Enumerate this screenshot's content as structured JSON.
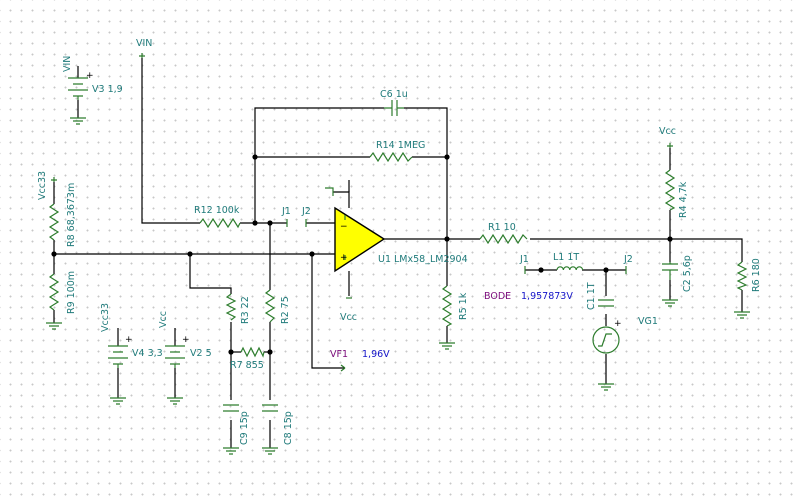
{
  "colors": {
    "wire": "#000000",
    "component": "#2e7d2e",
    "label": "#1f7a7a",
    "value": "#1414c8",
    "probe": "#7a0a7a",
    "opamp_fill": "#ffff00"
  },
  "labels": {
    "vin_top": "VIN",
    "vin_src": "VIN",
    "v3": "V3 1,9",
    "c6": "C6 1u",
    "r14": "R14 1MEG",
    "r12": "R12 100k",
    "j1a": "J1",
    "j2a": "J2",
    "u1": "U1 LMx58_LM2904",
    "vcc_u1": "Vcc",
    "r1": "R1 10",
    "vcc_r4": "Vcc",
    "r4": "R4 4,7k",
    "c2": "C2 5,6p",
    "r6": "R6 180",
    "vcc33_r8": "Vcc33",
    "r8": "R8 68,3673m",
    "r9": "R9 100m",
    "r3": "R3 22",
    "r2": "R2 75",
    "r7": "R7 855",
    "c9": "C9 15p",
    "c8": "C8 15p",
    "vcc33_v4": "Vcc33",
    "v4": "V4 3,3",
    "vcc_v2": "Vcc",
    "v2": "V2 5",
    "r5": "R5 1k",
    "vf1": "VF1",
    "vf1_val": "1,96V",
    "j1b": "J1",
    "l1": "L1 1T",
    "j2b": "J2",
    "bode": "BODE",
    "bode_val": "1,957873V",
    "c1": "C1 1T",
    "vg1": "VG1",
    "plus": "+",
    "minus": "−"
  }
}
